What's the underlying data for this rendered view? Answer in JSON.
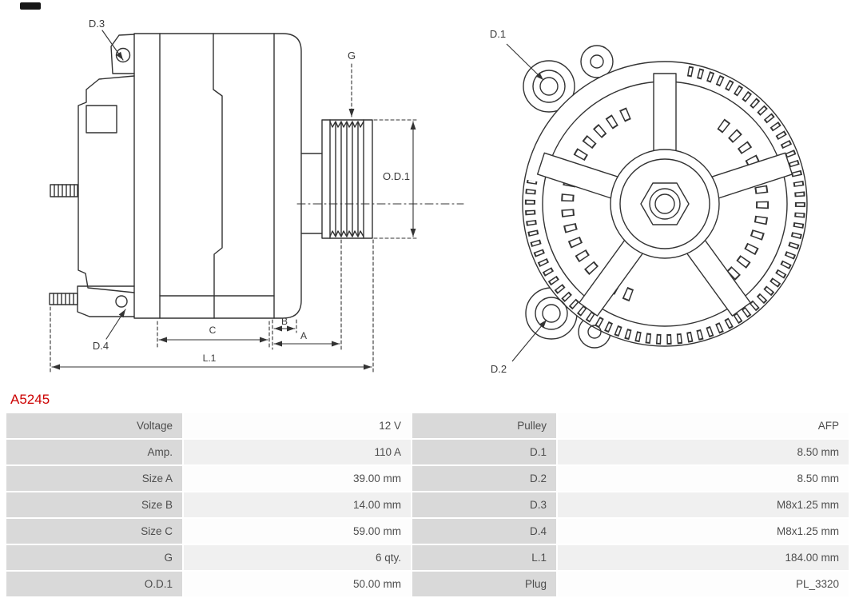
{
  "part_number": "A5245",
  "labels": {
    "d1": "D.1",
    "d2": "D.2",
    "d3": "D.3",
    "d4": "D.4",
    "g": "G",
    "od1": "O.D.1",
    "a": "A",
    "b": "B",
    "c": "C",
    "l1": "L.1"
  },
  "colors": {
    "part_number": "#cc0000",
    "line_art": "#333333",
    "table_label_bg": "#d9d9d9",
    "table_row_alt_bg": "#f0f0f0"
  },
  "specs": {
    "rows": [
      {
        "label_a": "Voltage",
        "value_a": "12 V",
        "label_b": "Pulley",
        "value_b": "AFP"
      },
      {
        "label_a": "Amp.",
        "value_a": "110 A",
        "label_b": "D.1",
        "value_b": "8.50 mm"
      },
      {
        "label_a": "Size A",
        "value_a": "39.00 mm",
        "label_b": "D.2",
        "value_b": "8.50 mm"
      },
      {
        "label_a": "Size B",
        "value_a": "14.00 mm",
        "label_b": "D.3",
        "value_b": "M8x1.25 mm"
      },
      {
        "label_a": "Size C",
        "value_a": "59.00 mm",
        "label_b": "D.4",
        "value_b": "M8x1.25 mm"
      },
      {
        "label_a": "G",
        "value_a": "6 qty.",
        "label_b": "L.1",
        "value_b": "184.00 mm"
      },
      {
        "label_a": "O.D.1",
        "value_a": "50.00 mm",
        "label_b": "Plug",
        "value_b": "PL_3320"
      }
    ]
  }
}
